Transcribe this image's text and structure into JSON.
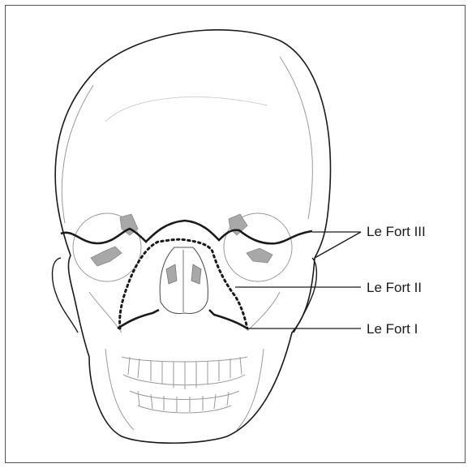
{
  "labels": {
    "le_fort_iii": "Le Fort III",
    "le_fort_ii": "Le Fort II",
    "le_fort_i": "Le Fort I"
  },
  "colors": {
    "outline": "#1a1a1a",
    "faint": "#9a9a9a",
    "fill_gray": "#a8a8a8",
    "frame": "#555555"
  }
}
